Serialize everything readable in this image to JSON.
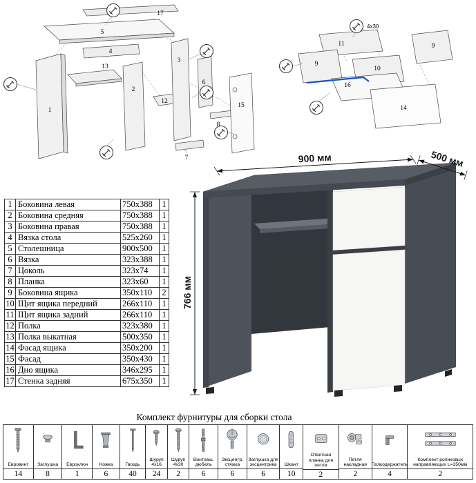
{
  "parts": {
    "rows": [
      {
        "num": "1",
        "name": "Боковина левая",
        "size": "750х388",
        "qty": "1"
      },
      {
        "num": "2",
        "name": "Боковина средняя",
        "size": "750х388",
        "qty": "1"
      },
      {
        "num": "3",
        "name": "Боковина правая",
        "size": "750х388",
        "qty": "1"
      },
      {
        "num": "4",
        "name": "Вязка стола",
        "size": "525х260",
        "qty": "1"
      },
      {
        "num": "5",
        "name": "Столешница",
        "size": "900х500",
        "qty": "1"
      },
      {
        "num": "6",
        "name": "Вязка",
        "size": "323х388",
        "qty": "1"
      },
      {
        "num": "7",
        "name": "Цоколь",
        "size": "323х74",
        "qty": "1"
      },
      {
        "num": "8",
        "name": "Планка",
        "size": "323х60",
        "qty": "1"
      },
      {
        "num": "9",
        "name": "Боковина ящика",
        "size": "350х110",
        "qty": "2"
      },
      {
        "num": "10",
        "name": "Щит ящика передний",
        "size": "266х110",
        "qty": "1"
      },
      {
        "num": "11",
        "name": "Щит ящика задний",
        "size": "266х110",
        "qty": "1"
      },
      {
        "num": "12",
        "name": "Полка",
        "size": "323х380",
        "qty": "1"
      },
      {
        "num": "13",
        "name": "Полка выкатная",
        "size": "500х350",
        "qty": "1"
      },
      {
        "num": "14",
        "name": "Фасад ящика",
        "size": "350х200",
        "qty": "1"
      },
      {
        "num": "15",
        "name": "Фасад",
        "size": "350х430",
        "qty": "1"
      },
      {
        "num": "16",
        "name": "Дно ящика",
        "size": "346х295",
        "qty": "1"
      },
      {
        "num": "17",
        "name": "Стенка задняя",
        "size": "675х350",
        "qty": "1"
      }
    ]
  },
  "desk": {
    "width_label": "900 мм",
    "depth_label": "500 мм",
    "height_label": "766 мм"
  },
  "diagrams": {
    "main": [
      "17",
      "5",
      "4",
      "1",
      "13",
      "2",
      "12",
      "3",
      "6",
      "7",
      "8",
      "15"
    ],
    "drawer": [
      "11",
      "9",
      "9",
      "10",
      "16",
      "14"
    ],
    "drawer_note": "4х30"
  },
  "hardware": {
    "title": "Комплект фурнитуры для сборки стола",
    "items": [
      {
        "name": "Евровинт",
        "qty": "14",
        "icon": "confirmat-screw-icon"
      },
      {
        "name": "Заглушка",
        "qty": "8",
        "icon": "cap-plug-icon"
      },
      {
        "name": "Евроключ",
        "qty": "1",
        "icon": "hex-key-icon"
      },
      {
        "name": "Ножка",
        "qty": "6",
        "icon": "furniture-leg-icon"
      },
      {
        "name": "Гвоздь",
        "qty": "40",
        "icon": "nail-icon"
      },
      {
        "name": "Шуруп 4х16",
        "qty": "24",
        "icon": "screw-4x16-icon"
      },
      {
        "name": "Шуруп 4х30",
        "qty": "2",
        "icon": "screw-4x30-icon"
      },
      {
        "name": "Винтовш. дюбель",
        "qty": "6",
        "icon": "dowel-screw-icon"
      },
      {
        "name": "Эксцентр. стяжка",
        "qty": "6",
        "icon": "cam-lock-icon"
      },
      {
        "name": "Заглушка для эксцентрика",
        "qty": "6",
        "icon": "cam-cap-icon"
      },
      {
        "name": "Шкант",
        "qty": "10",
        "icon": "wood-dowel-icon"
      },
      {
        "name": "Ответная планка для петли",
        "qty": "2",
        "icon": "hinge-plate-icon"
      },
      {
        "name": "Петля накладная",
        "qty": "2",
        "icon": "hinge-icon"
      },
      {
        "name": "Полкодержатель",
        "qty": "4",
        "icon": "shelf-support-icon"
      },
      {
        "name": "Комплект роликовых направляющих L=350мм",
        "qty": "2",
        "icon": "roller-guides-icon"
      }
    ]
  },
  "colors": {
    "desk_grey": "#4d525b",
    "desk_top": "#575c65",
    "front_white": "#f6f6f4",
    "rail_blue": "#1656c8"
  }
}
